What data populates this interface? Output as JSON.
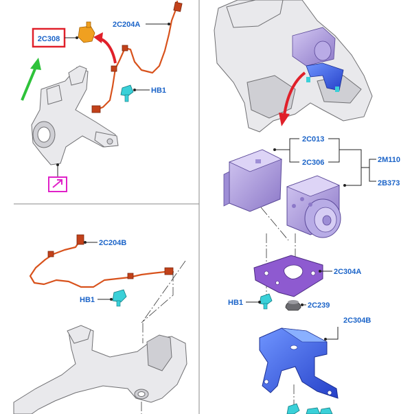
{
  "labels": {
    "c2308": "2C308",
    "c2204a": "2C204A",
    "hb1_top": "HB1",
    "c2204b": "2C204B",
    "hb1_mid": "HB1",
    "c2013": "2C013",
    "c2306": "2C306",
    "m2110": "2M110",
    "b2373": "2B373",
    "c2304a": "2C304A",
    "hb1_right": "HB1",
    "c2239": "2C239",
    "c2304b": "2C304B"
  },
  "colors": {
    "label_blue": "#1a63c8",
    "highlight_red": "#e0202a",
    "magenta_box": "#e020c8",
    "green_arrow": "#2ec23a",
    "red_arrow": "#e0202a",
    "wire_orange": "#d8521c",
    "connector_orange": "#f0a020",
    "bolt_cyan": "#3ad0d8",
    "bracket_blue": "#2f5fe0",
    "module_purple": "#a590d8",
    "plate_purple": "#8e5ad0"
  },
  "icons": {
    "view_direction": "green-arrow-icon",
    "removal_arrow": "red-curved-arrow-icon",
    "detail_marker": "magenta-arrow-box-icon"
  }
}
